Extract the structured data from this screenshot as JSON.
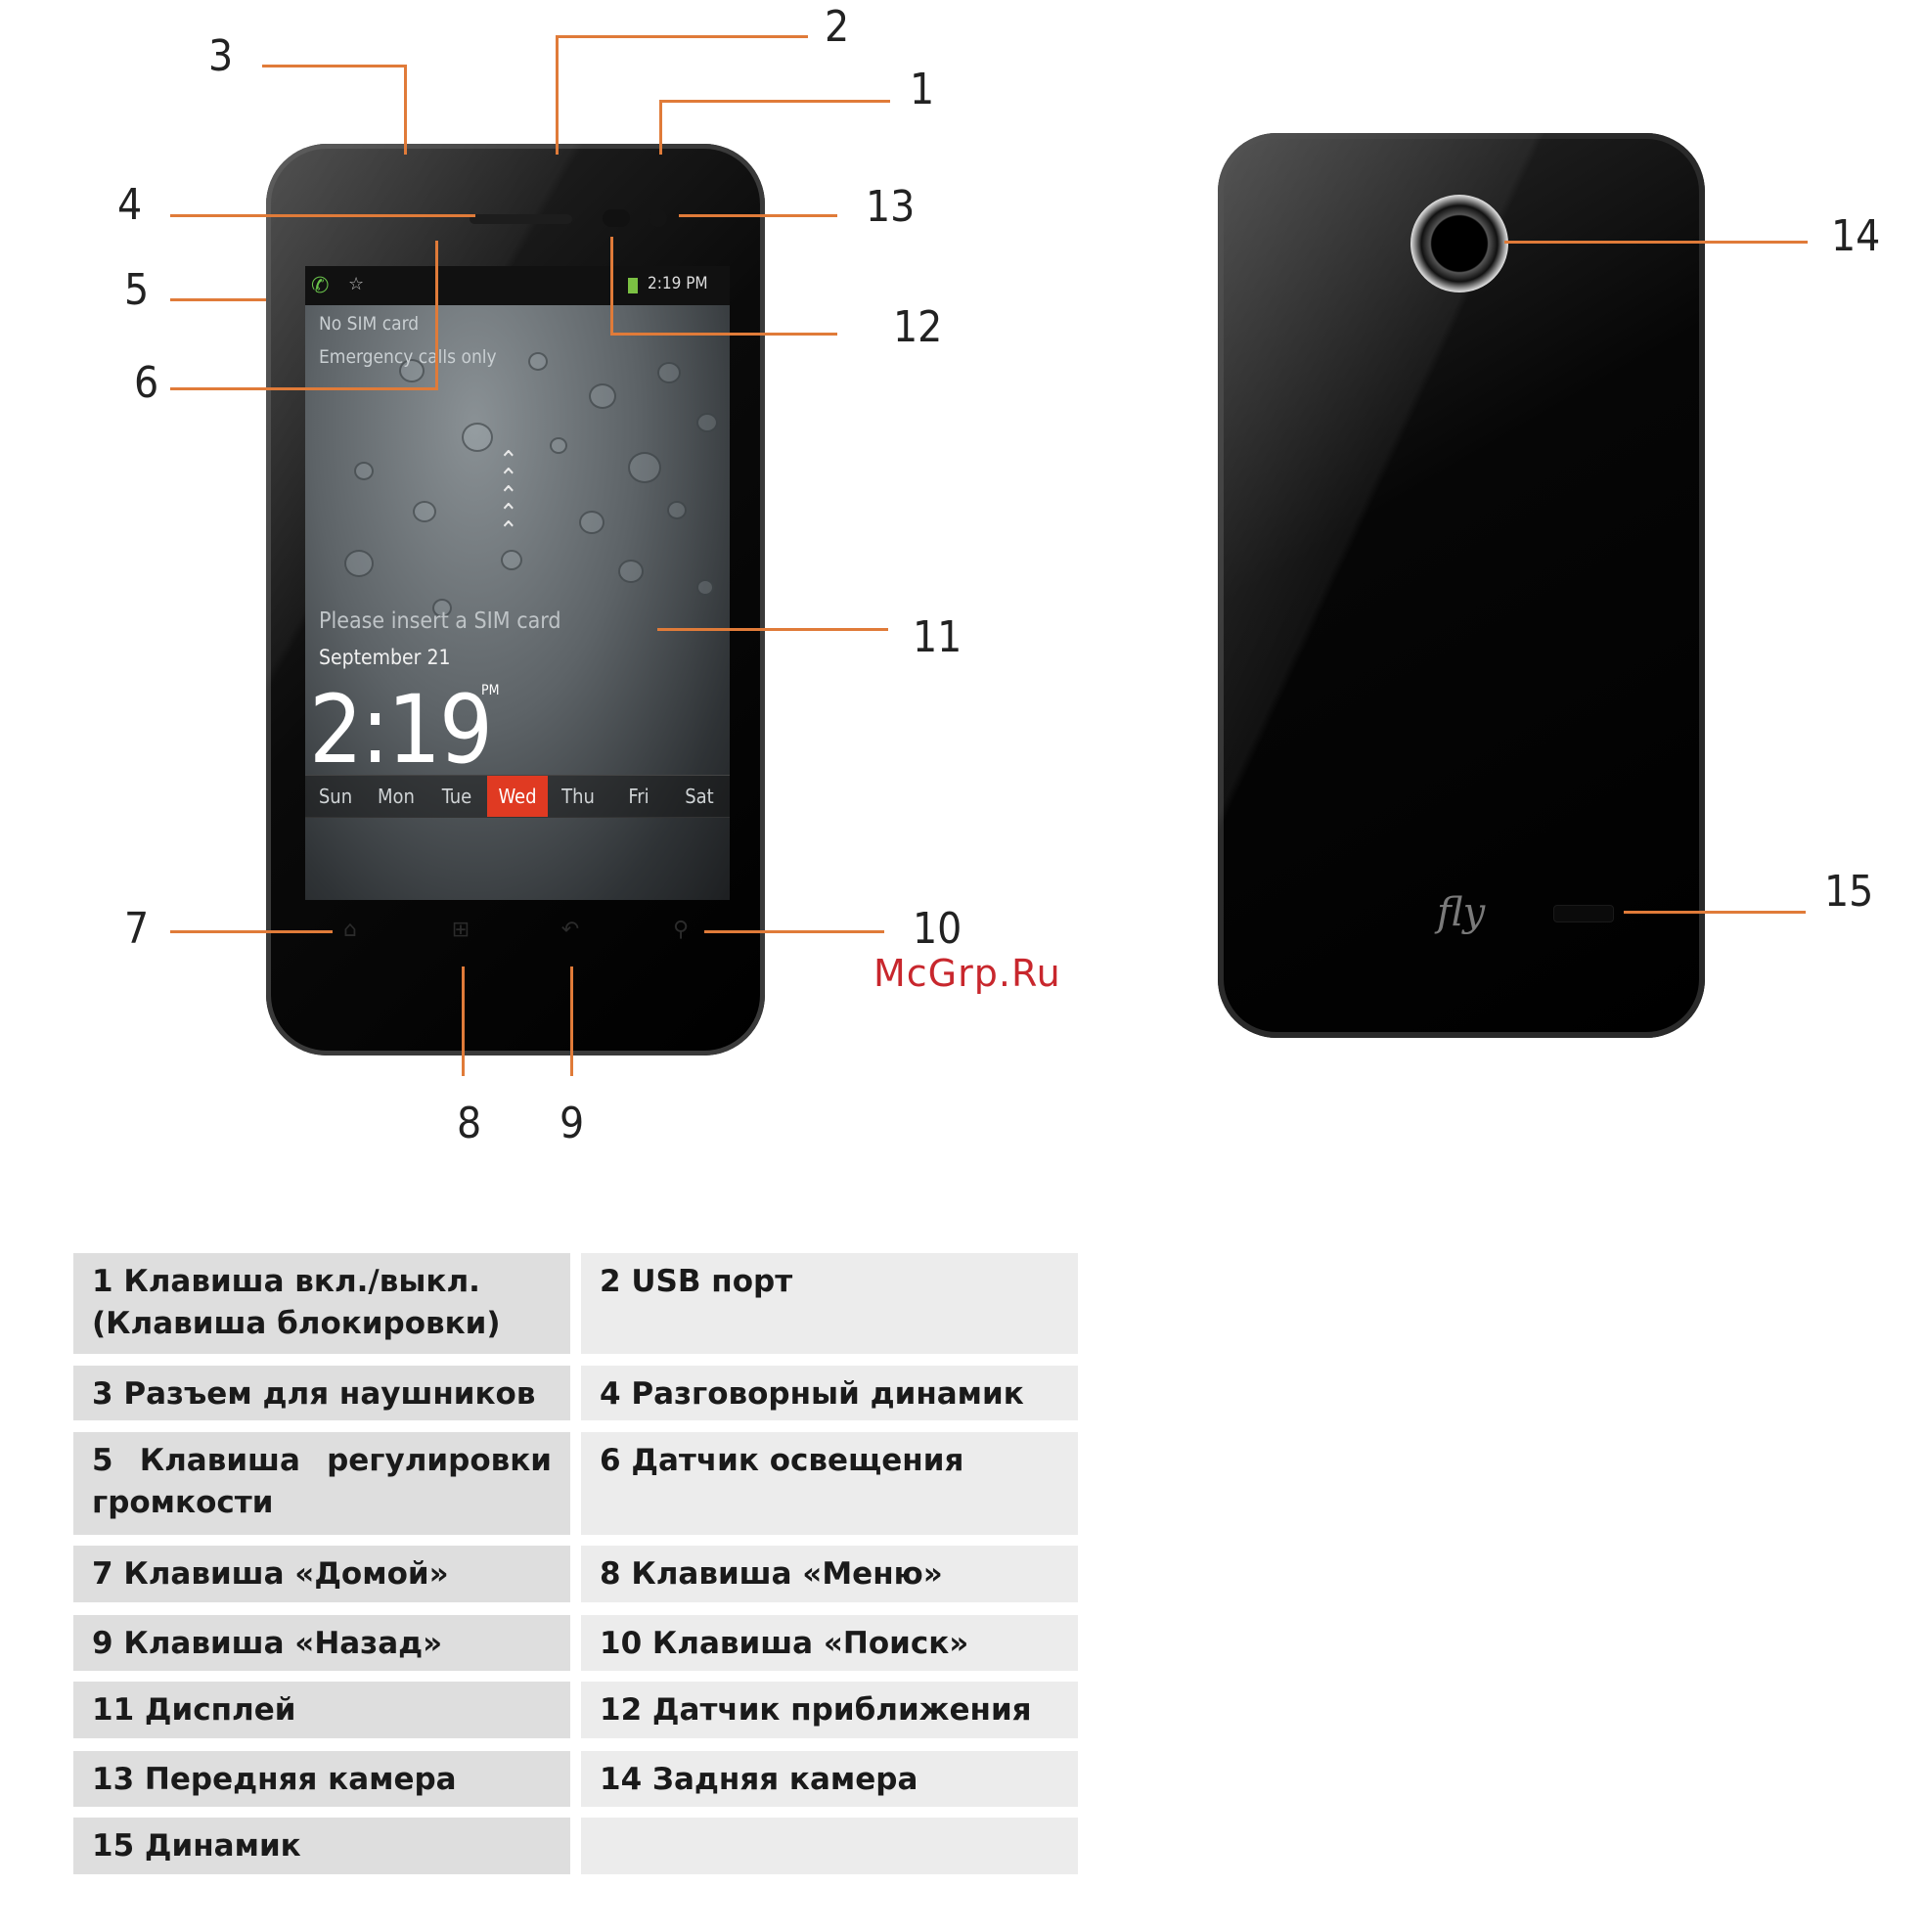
{
  "callouts": {
    "n1": "1",
    "n2": "2",
    "n3": "3",
    "n4": "4",
    "n5": "5",
    "n6": "6",
    "n7": "7",
    "n8": "8",
    "n9": "9",
    "n10": "10",
    "n11": "11",
    "n12": "12",
    "n13": "13",
    "n14": "14",
    "n15": "15"
  },
  "front_screen": {
    "status_time": "2:19 PM",
    "no_sim": "No SIM card",
    "emergency": "Emergency calls only",
    "insert_sim": "Please insert a SIM card",
    "date": "September 21",
    "time": "2:19",
    "ampm": "PM",
    "days": [
      "Sun",
      "Mon",
      "Tue",
      "Wed",
      "Thu",
      "Fri",
      "Sat"
    ],
    "active_day": "Wed"
  },
  "back": {
    "logo": "fly"
  },
  "watermark": "McGrp.Ru",
  "legend": {
    "c1": "1 Клавиша вкл./выкл. (Клавиша блокировки)",
    "c2": "2 USB порт",
    "c3": "3 Разъем для наушников",
    "c4": "4 Разговорный динамик",
    "c5": "5 Клавиша регулировки громкости",
    "c6": "6 Датчик освещения",
    "c7": "7 Клавиша «Домой»",
    "c8": "8 Клавиша «Меню»",
    "c9": "9 Клавиша «Назад»",
    "c10": "10 Клавиша «Поиск»",
    "c11": "11 Дисплей",
    "c12": "12 Датчик приближения",
    "c13": "13 Передняя камера",
    "c14": "14 Задняя камера",
    "c15": "15 Динамик"
  },
  "colors": {
    "leader": "#e07b39",
    "active_day": "#e03a22",
    "watermark": "#c8272d"
  }
}
